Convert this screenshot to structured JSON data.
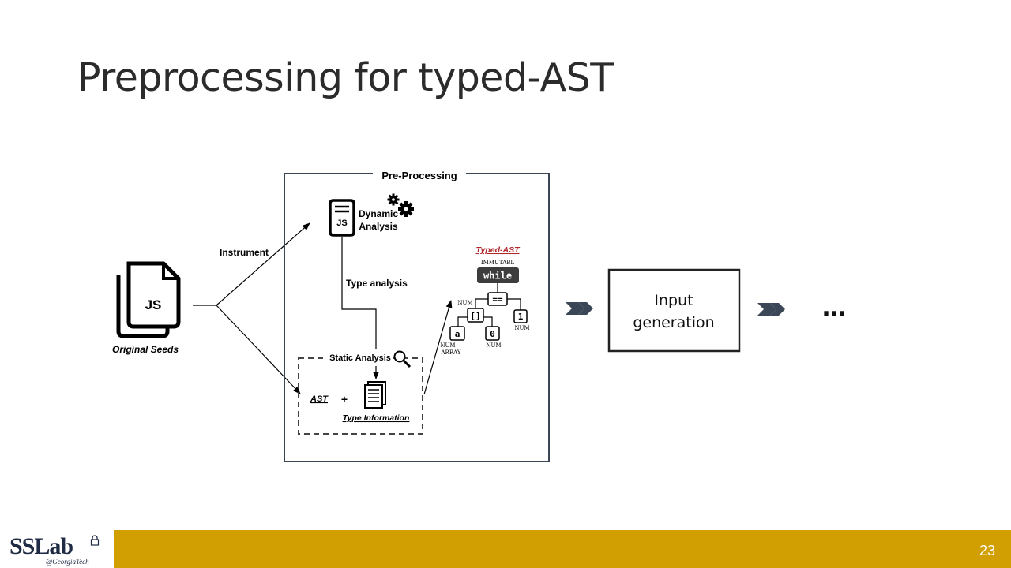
{
  "slide": {
    "title": "Preprocessing for typed-AST",
    "page_number": "23"
  },
  "logo": {
    "main": "SSLab",
    "sub": "@GeorgiaTech"
  },
  "diagram": {
    "seeds_icon_text": "JS",
    "seeds_label": "Original Seeds",
    "instrument_label": "Instrument",
    "preprocessing_title": "Pre-Processing",
    "dynamic_icon_text": "JS",
    "dynamic_label_1": "Dynamic",
    "dynamic_label_2": "Analysis",
    "type_analysis_label": "Type analysis",
    "static_analysis_label": "Static Analysis",
    "ast_label": "AST",
    "plus_label": "+",
    "type_info_label": "Type Information",
    "typed_ast_title": "Typed-AST",
    "node_while_annotation": "IMMUTABL",
    "node_while": "while",
    "node_eq": "==",
    "node_eq_annotation": "NUM",
    "node_index": "[]",
    "node_a": "a",
    "node_a_annotation_1": "NUM",
    "node_a_annotation_2": "ARRAY",
    "node_zero": "0",
    "node_zero_annotation": "NUM",
    "node_one": "1",
    "node_one_annotation": "NUM",
    "input_generation_1": "Input",
    "input_generation_2": "generation",
    "ellipsis": "…"
  }
}
